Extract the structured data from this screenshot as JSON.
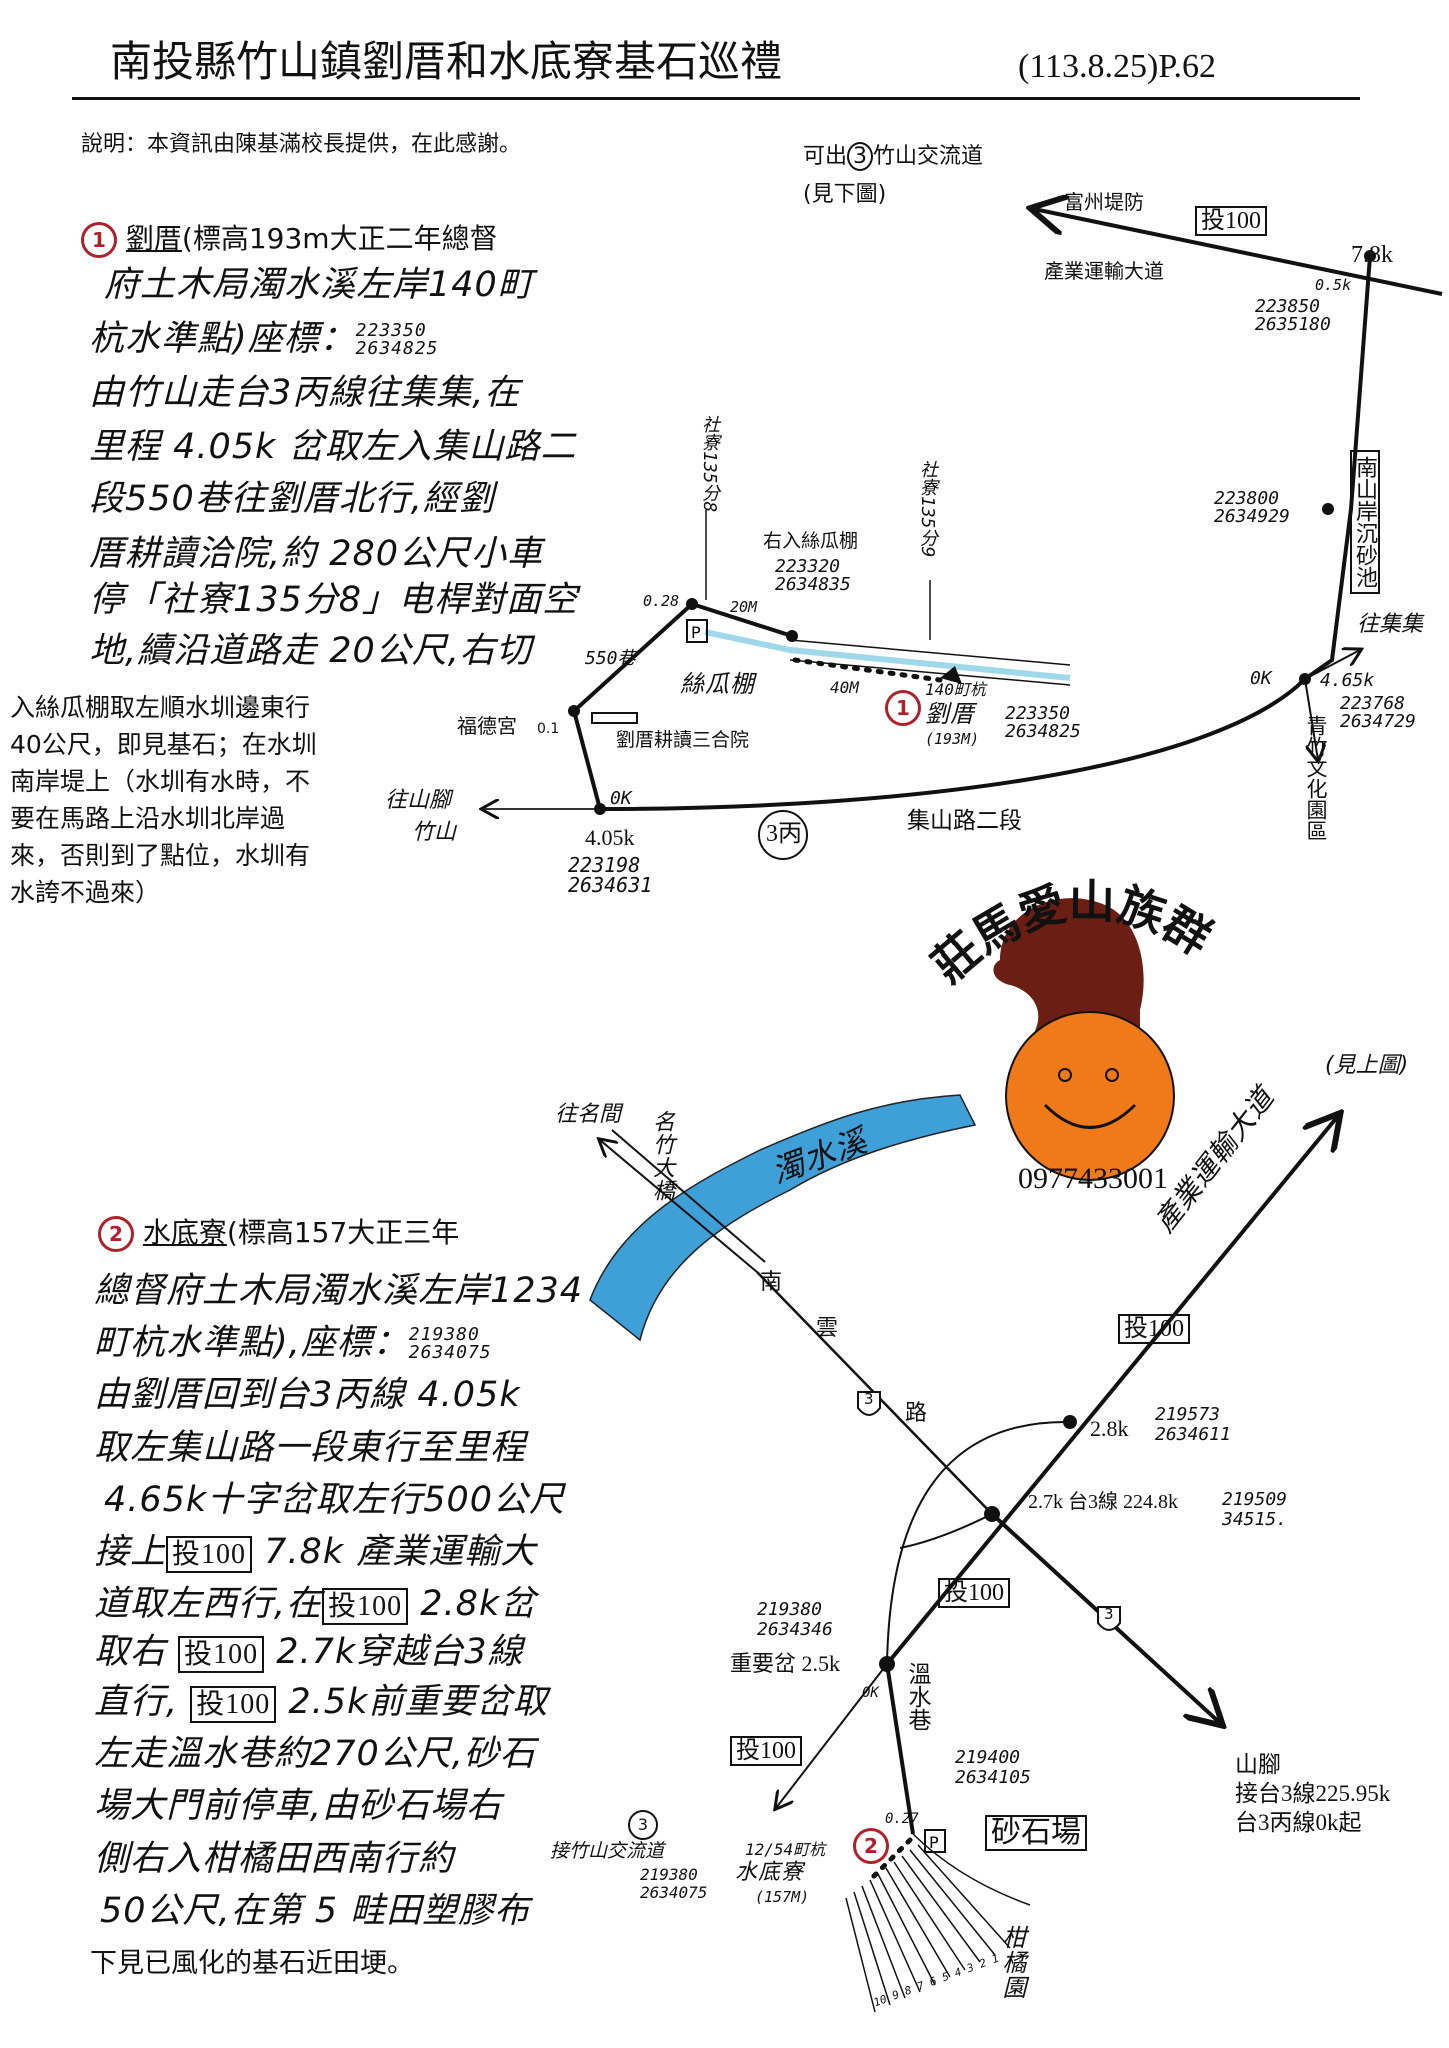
{
  "header": {
    "title": "南投縣竹山鎮劉厝和水底寮基石巡禮",
    "ref": "(113.8.25)P.62",
    "note": "說明：本資訊由陳基滿校長提供，在此感謝。"
  },
  "section1": {
    "num": "1",
    "heading_name": "劉厝",
    "heading_rest": "(標高193m大正二年總督",
    "lines": [
      "府土木局濁水溪左岸140町",
      "杭水準點)座標：",
      "由竹山走台3丙線往集集,在",
      "里程 4.05k 岔取左入集山路二",
      "段550巷往劉厝北行,經劉",
      "厝耕讀洽院,約 280公尺小車",
      "停「社寮135分8」电桿對面空",
      "地,續沿道路走 20公尺,右切"
    ],
    "coord1": "223350",
    "coord2": "2634825",
    "printed": [
      "入絲瓜棚取左順水圳邊東行",
      "40公尺，即見基石；在水圳",
      "南岸堤上（水圳有水時，不",
      "要在馬路上沿水圳北岸過",
      "來，否則到了點位，水圳有",
      "水誇不過來）"
    ]
  },
  "section2": {
    "num": "2",
    "heading_name": "水底寮",
    "heading_rest": "(標高157大正三年",
    "lines": [
      "總督府土木局濁水溪左岸1234",
      "町杭水準點),座標：",
      "由劉厝回到台3丙線 4.05k",
      "取左集山路一段東行至里程",
      "4.65k十字岔取左行500公尺"
    ],
    "coord1": "219380",
    "coord2": "2634075",
    "box_label": "投100",
    "l6": {
      "pre": "接上",
      "post": " 7.8k 產業運輸大"
    },
    "l7": {
      "pre": "道取左西行,在",
      "post": " 2.8k岔"
    },
    "l8": {
      "pre": "取右 ",
      "post": " 2.7k穿越台3線"
    },
    "l9": {
      "pre": "直行, ",
      "post": " 2.5k前重要岔取"
    },
    "tail": [
      "左走溫水巷約270公尺,砂石",
      "場大門前停車,由砂石場右",
      "側右入柑橘田西南行約",
      "50公尺,在第 5 畦田塑膠布"
    ],
    "last": "下見已風化的基石近田埂。"
  },
  "map1": {
    "exit_pre": "可出",
    "exit_num": "3",
    "exit_post": "竹山交流道",
    "see_below": "(見下圖)",
    "fuzhou": "富州堤防",
    "tou100": "投100",
    "k78": "7.8k",
    "industry_road": "產業運輸大道",
    "k05": "0.5k",
    "c05a": "223850",
    "c05b": "2635180",
    "sediment": "南山岸沉砂池",
    "cmid_a": "223800",
    "cmid_b": "2634929",
    "to_jiji": "往集集",
    "ok_east": "0K",
    "k465": "4.65k",
    "c465a": "223768",
    "c465b": "2634729",
    "culture": "青竹文化園區",
    "pole8": "社寮135分8",
    "pole9": "社寮135分9",
    "turn_right": "右入絲瓜棚",
    "ctr_a": "223320",
    "ctr_b": "2634835",
    "k028": "0.28",
    "m20": "20M",
    "lane550": "550巷",
    "gourd": "絲瓜棚",
    "m40": "40M",
    "mark_no": "1",
    "mark_post": "140町杭",
    "mark_name": "劉厝",
    "mark_elev": "(193M)",
    "mark_a": "223350",
    "mark_b": "2634825",
    "temple": "福德宮",
    "k01": "0.1",
    "courtyard": "劉厝耕讀三合院",
    "to_shanjiao": "往山腳",
    "zhushan": "竹山",
    "ok_west": "0K",
    "k405": "4.05k",
    "c405a": "223198",
    "c405b": "2634631",
    "route": "3丙",
    "jishan_road": "集山路二段"
  },
  "logo": {
    "text": "莊馬愛山族群",
    "phone": "0977433001"
  },
  "map2": {
    "see_above": "(見上圖)",
    "to_mingjian": "往名間",
    "bridge": "名竹大橋",
    "river": "濁水溪",
    "nanyun": [
      "南",
      "雲",
      "路"
    ],
    "shield": "3",
    "industry_road": "產業運輸大道",
    "tou100": "投100",
    "k28": "2.8k",
    "c28a": "219573",
    "c28b": "2634611",
    "k27": "2.7k 台3線 224.8k",
    "c27a": "219509",
    "c27b": "34515.",
    "c25a": "219380",
    "c25b": "2634346",
    "fork": "重要岔 2.5k",
    "ok": "0K",
    "wenshui": "溫水巷",
    "c_ws_a": "219400",
    "c_ws_b": "2634105",
    "quarry": "砂石場",
    "shanjiao": "山腳",
    "conn1": "接台3線225.95k",
    "conn2": "台3丙線0k起",
    "ic_num": "3",
    "ic": "接竹山交流道",
    "k027": "0.27",
    "mark_no": "2",
    "mark_post": "12/54町杭",
    "mark_name": "水底寮",
    "mark_elev": "(157M)",
    "mark_a": "219380",
    "mark_b": "2634075",
    "rows": "10 9 8 7 6 5 4 3 2 1",
    "orchard": "柑橘園"
  },
  "colors": {
    "red": "#b0202a",
    "river": "#3fa0d8",
    "canal": "#9fd8ea",
    "orange": "#f07a1a",
    "horse": "#6a1e14"
  }
}
